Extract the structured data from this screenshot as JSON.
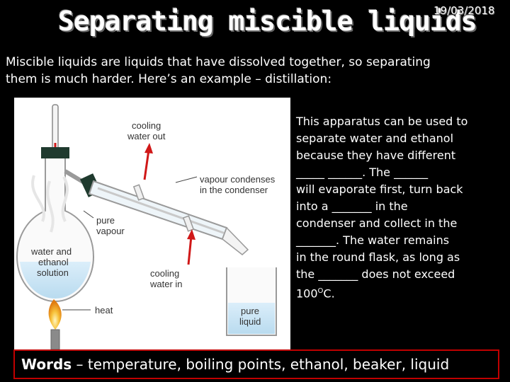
{
  "slide": {
    "title": "Separating miscible liquids",
    "date": "19/03/2018",
    "intro_line1": "Miscible liquids are liquids that have dissolved together, so separating",
    "intro_line2": "them is much harder.  Here’s an example – distillation:"
  },
  "diagram": {
    "labels": {
      "cooling_out_1": "cooling",
      "cooling_out_2": "water out",
      "vapour_condenses_1": "vapour condenses",
      "vapour_condenses_2": "in the condenser",
      "pure_vapour_1": "pure",
      "pure_vapour_2": "vapour",
      "flask_1": "water and",
      "flask_2": "ethanol",
      "flask_3": "solution",
      "cooling_in_1": "cooling",
      "cooling_in_2": "water in",
      "heat": "heat",
      "pure_liquid_1": "pure",
      "pure_liquid_2": "liquid"
    },
    "colors": {
      "arrow": "#d01818",
      "water": "#cfe8f5",
      "flame": "#f5a623"
    }
  },
  "explanation": {
    "lines": [
      "This apparatus can be used to",
      "separate water and ethanol",
      "because they have different",
      "_____ ______.  The ______",
      "will evaporate first, turn back",
      "into a _______ in the",
      "condenser and collect in the",
      "_______.  The water remains",
      "in the round flask, as long as",
      "the _______ does not exceed"
    ],
    "last_line_number": "100",
    "last_line_super": "O",
    "last_line_unit": "C."
  },
  "words_box": {
    "label": "Words",
    "dash": " – ",
    "list": "temperature, boiling points, ethanol, beaker, liquid"
  }
}
